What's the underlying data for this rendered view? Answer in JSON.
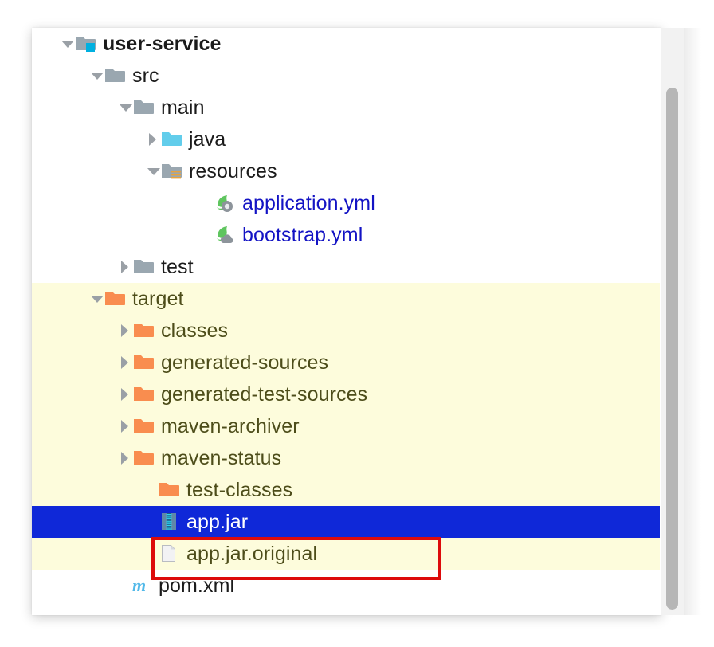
{
  "panel": {
    "kind": "project-tree",
    "background": "#ffffff",
    "highlight_color": "#fdfcdc",
    "selection_color": "#0f28d8",
    "annotation_color": "#dd0b0b"
  },
  "scrollbar": {
    "orientation": "vertical",
    "thumb_color": "#b6b6b6",
    "track_color": "#f2f2f2"
  },
  "tree": {
    "rows": [
      {
        "label": "user-service",
        "icon": "module-folder-icon",
        "twisty": "open",
        "indent": 55,
        "style": "bold",
        "highlight": false,
        "selected": false
      },
      {
        "label": "src",
        "icon": "folder-gray-icon",
        "twisty": "open",
        "indent": 92,
        "style": "plain",
        "highlight": false,
        "selected": false
      },
      {
        "label": "main",
        "icon": "folder-gray-icon",
        "twisty": "open",
        "indent": 128,
        "style": "plain",
        "highlight": false,
        "selected": false
      },
      {
        "label": "java",
        "icon": "folder-source-icon",
        "twisty": "closed",
        "indent": 163,
        "style": "plain",
        "highlight": false,
        "selected": false
      },
      {
        "label": "resources",
        "icon": "folder-resources-icon",
        "twisty": "open",
        "indent": 163,
        "style": "plain",
        "highlight": false,
        "selected": false
      },
      {
        "label": "application.yml",
        "icon": "spring-config-icon",
        "twisty": "none",
        "indent": 230,
        "style": "blue",
        "highlight": false,
        "selected": false
      },
      {
        "label": "bootstrap.yml",
        "icon": "spring-cloud-icon",
        "twisty": "none",
        "indent": 230,
        "style": "blue",
        "highlight": false,
        "selected": false
      },
      {
        "label": "test",
        "icon": "folder-gray-icon",
        "twisty": "closed",
        "indent": 128,
        "style": "plain",
        "highlight": false,
        "selected": false
      },
      {
        "label": "target",
        "icon": "folder-orange-icon",
        "twisty": "open",
        "indent": 92,
        "style": "olive",
        "highlight": true,
        "selected": false
      },
      {
        "label": "classes",
        "icon": "folder-orange-icon",
        "twisty": "closed",
        "indent": 128,
        "style": "olive",
        "highlight": true,
        "selected": false
      },
      {
        "label": "generated-sources",
        "icon": "folder-orange-icon",
        "twisty": "closed",
        "indent": 128,
        "style": "olive",
        "highlight": true,
        "selected": false
      },
      {
        "label": "generated-test-sources",
        "icon": "folder-orange-icon",
        "twisty": "closed",
        "indent": 128,
        "style": "olive",
        "highlight": true,
        "selected": false
      },
      {
        "label": "maven-archiver",
        "icon": "folder-orange-icon",
        "twisty": "closed",
        "indent": 128,
        "style": "olive",
        "highlight": true,
        "selected": false
      },
      {
        "label": "maven-status",
        "icon": "folder-orange-icon",
        "twisty": "closed",
        "indent": 128,
        "style": "olive",
        "highlight": true,
        "selected": false
      },
      {
        "label": "test-classes",
        "icon": "folder-orange-icon",
        "twisty": "none",
        "indent": 160,
        "style": "olive",
        "highlight": true,
        "selected": false
      },
      {
        "label": "app.jar",
        "icon": "jar-archive-icon",
        "twisty": "none",
        "indent": 160,
        "style": "white",
        "highlight": false,
        "selected": true
      },
      {
        "label": "app.jar.original",
        "icon": "file-blank-icon",
        "twisty": "none",
        "indent": 160,
        "style": "olive",
        "highlight": true,
        "selected": false
      },
      {
        "label": "pom.xml",
        "icon": "maven-pom-icon",
        "twisty": "none",
        "indent": 125,
        "style": "plain",
        "highlight": false,
        "selected": false
      }
    ]
  }
}
